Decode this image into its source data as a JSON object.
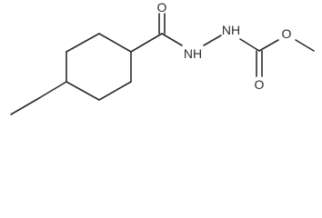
{
  "molecule": {
    "atoms": {
      "o_carbonyl_amide": "O",
      "nh_left": "NH",
      "nh_right": "NH",
      "o_carbonyl_ester": "O",
      "o_ester": "O"
    }
  }
}
